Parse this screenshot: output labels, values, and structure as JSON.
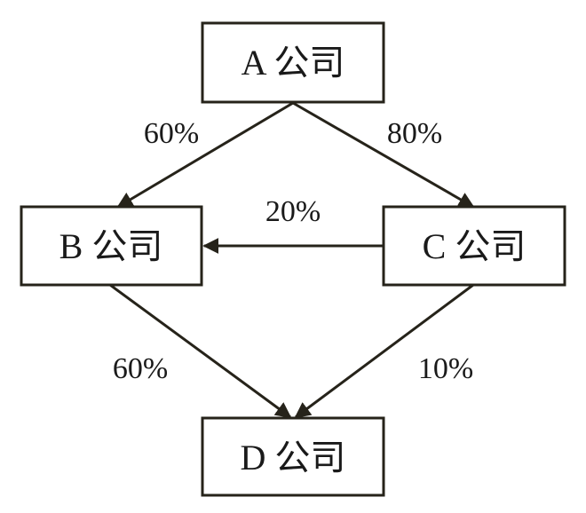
{
  "nodes": {
    "a": {
      "label": "A 公司"
    },
    "b": {
      "label": "B 公司"
    },
    "c": {
      "label": "C 公司"
    },
    "d": {
      "label": "D 公司"
    }
  },
  "edges": {
    "a_to_b": {
      "from": "A 公司",
      "to": "B 公司",
      "label": "60%"
    },
    "a_to_c": {
      "from": "A 公司",
      "to": "C 公司",
      "label": "80%"
    },
    "c_to_b": {
      "from": "C 公司",
      "to": "B 公司",
      "label": "20%"
    },
    "b_to_d": {
      "from": "B 公司",
      "to": "D 公司",
      "label": "60%"
    },
    "c_to_d": {
      "from": "C 公司",
      "to": "D 公司",
      "label": "10%"
    }
  },
  "colors": {
    "stroke": "#26231a",
    "text": "#1a1a1a",
    "background": "#ffffff"
  }
}
